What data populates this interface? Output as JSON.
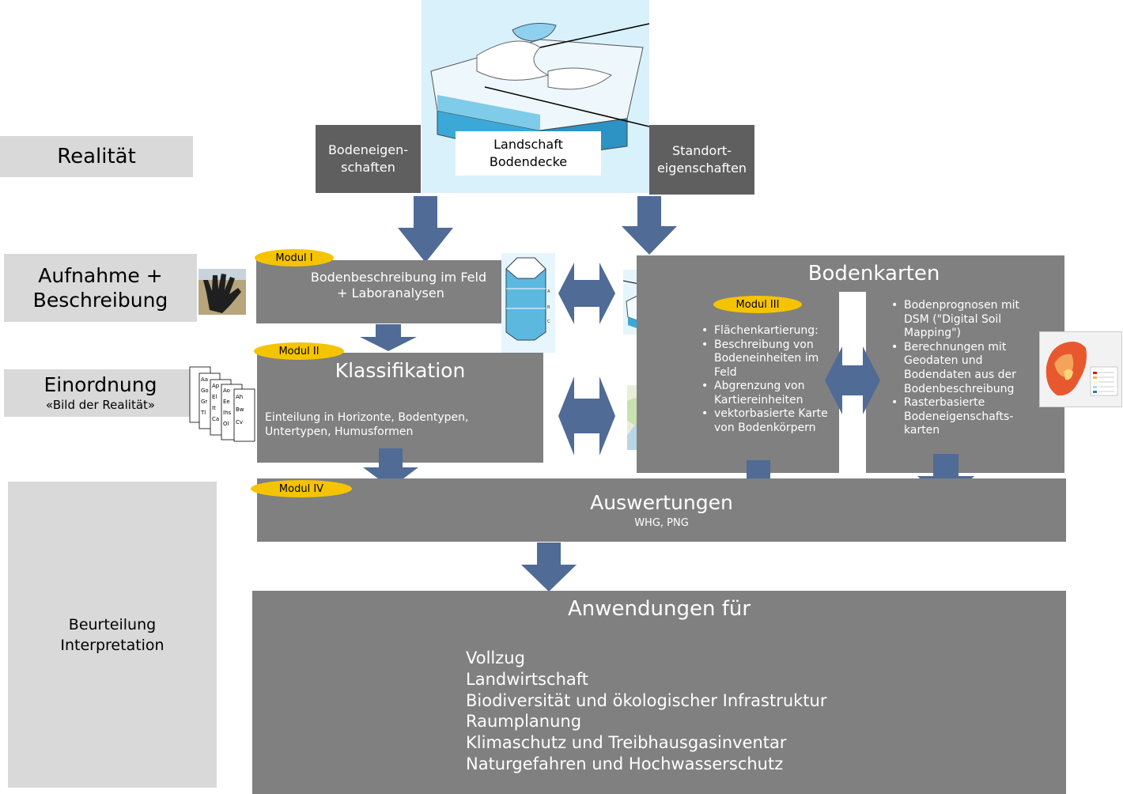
{
  "labels": {
    "realitaet": "Realität",
    "aufnahme_line1": "Aufnahme +",
    "aufnahme_line2": "Beschreibung",
    "einordnung_line1": "Einordnung",
    "einordnung_line2": "«Bild der Realität»",
    "beurteilung_line1": "Beurteilung",
    "beurteilung_line2": "Interpretation"
  },
  "top": {
    "bodeneigenschaften_line1": "Bodeneigen-",
    "bodeneigenschaften_line2": "schaften",
    "landschaft_line1": "Landschaft",
    "landschaft_line2": "Bodendecke",
    "standort_line1": "Standort-",
    "standort_line2": "eigenschaften"
  },
  "modules": {
    "modul1": "Modul I",
    "modul2": "Modul II",
    "modul3": "Modul III",
    "modul4": "Modul IV"
  },
  "feld": {
    "line1": "Bodenbeschreibung im Feld",
    "line2": "+ Laboranalysen"
  },
  "klassifikation": {
    "title": "Klassifikation",
    "desc_line1": "Einteilung in Horizonte, Bodentypen,",
    "desc_line2": "Untertypen, Humusformen"
  },
  "bodenkarten": {
    "title": "Bodenkarten",
    "left_items": [
      "Flächenkartierung:",
      "Beschreibung von Bodeneinheiten im Feld",
      "Abgrenzung von Kartiereinheiten",
      "vektorbasierte Karte von Bodenkörpern"
    ],
    "right_items": [
      "Bodenprognosen mit DSM (\"Digital Soil Mapping\")",
      "Berechnungen mit Geodaten und Bodendaten aus der Bodenbeschreibung",
      "Rasterbasierte Bodeneigenschafts-karten"
    ]
  },
  "auswertungen": {
    "title": "Auswertungen",
    "subtitle": "WHG, PNG"
  },
  "anwendungen": {
    "title": "Anwendungen für",
    "items": [
      "Vollzug",
      "Landwirtschaft",
      "Biodiversität und ökologischer Infrastruktur",
      "Raumplanung",
      "Klimaschutz und Treibhausgasinventar",
      "Naturgefahren und Hochwasserschutz"
    ]
  },
  "colors": {
    "arrow": "#4f6b96",
    "box": "#808080",
    "label": "#d9d9d9",
    "modul": "#f5c400"
  }
}
